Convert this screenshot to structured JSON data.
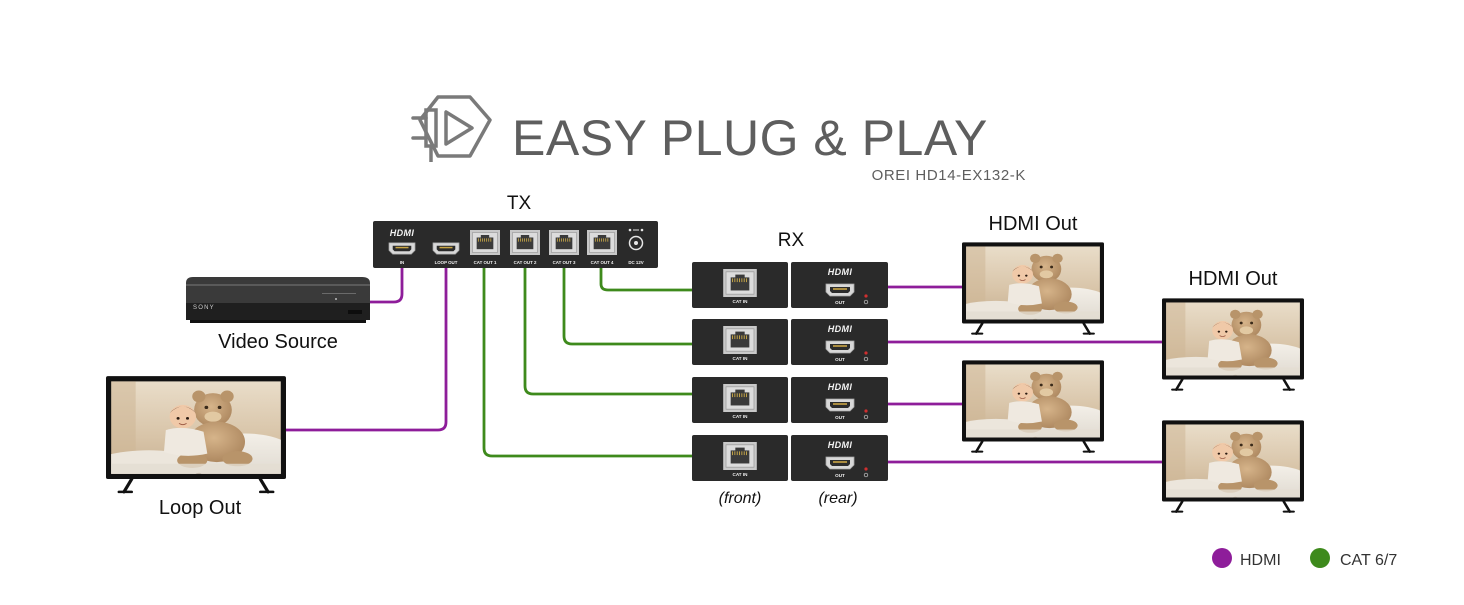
{
  "header": {
    "title": "EASY PLUG & PLAY",
    "model": "OREI HD14-EX132-K"
  },
  "tx": {
    "label": "TX",
    "hdmi_logo": "HDMI",
    "ports": [
      "IN",
      "LOOP OUT",
      "CAT OUT 1",
      "CAT OUT 2",
      "CAT OUT 3",
      "CAT OUT 4",
      "DC 12V"
    ]
  },
  "rx": {
    "label": "RX",
    "front_port": "CAT IN",
    "rear_port": "OUT",
    "hdmi_logo": "HDMI",
    "front_caption": "(front)",
    "rear_caption": "(rear)",
    "unit_count": 4
  },
  "source": {
    "brand": "SONY",
    "label": "Video Source"
  },
  "loop_out": {
    "label": "Loop Out"
  },
  "outputs": [
    {
      "label": "HDMI Out"
    },
    {
      "label": "HDMI Out"
    }
  ],
  "legend": [
    {
      "label": "HDMI",
      "color": "#8e1d9a"
    },
    {
      "label": "CAT 6/7",
      "color": "#3e8a1c"
    }
  ],
  "colors": {
    "hdmi": "#8e1d9a",
    "cat": "#3e8a1c",
    "device": "#2a2a2a",
    "title": "#5e5e5e"
  },
  "icons": {
    "logo": "plug-play-icon",
    "tv_screen": "teddy-bear-photo",
    "source_device": "blu-ray-player"
  }
}
